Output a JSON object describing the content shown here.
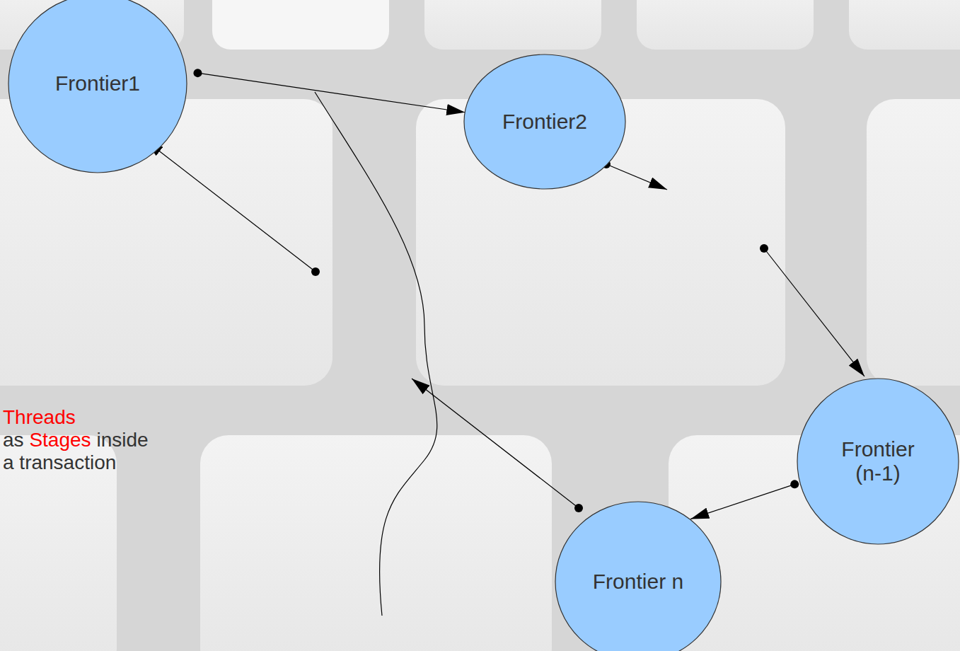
{
  "diagram": {
    "nodes": [
      {
        "text": [
          "Frontier1"
        ]
      },
      {
        "text": [
          "Frontier2"
        ]
      },
      {
        "text": [
          "Frontier (n-1)"
        ]
      },
      {
        "text": [
          "Frontier n"
        ]
      }
    ],
    "edges": [
      {
        "from": 0,
        "to": 1,
        "arrow": "to"
      },
      {
        "from": 2,
        "to": 3,
        "arrow": "to"
      }
    ],
    "labels": [
      "Threads",
      "as",
      "Stages",
      "inside",
      "a transaction"
    ]
  }
}
